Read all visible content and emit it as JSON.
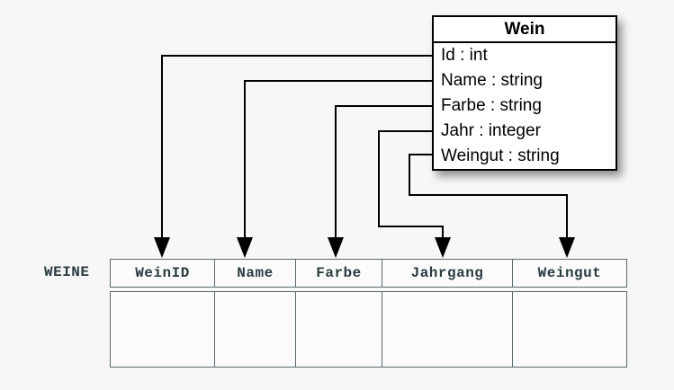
{
  "diagram": {
    "background_color": "#f7f7f7",
    "line_color": "#000000",
    "table_border_color": "#5a6a70",
    "table_text_color": "#2b3b41"
  },
  "uml_class": {
    "title": "Wein",
    "attributes": [
      {
        "label": "Id : int",
        "name": "Id",
        "type": "int"
      },
      {
        "label": "Name : string",
        "name": "Name",
        "type": "string"
      },
      {
        "label": "Farbe : string",
        "name": "Farbe",
        "type": "string"
      },
      {
        "label": "Jahr : integer",
        "name": "Jahr",
        "type": "integer"
      },
      {
        "label": "Weingut : string",
        "name": "Weingut",
        "type": "string"
      }
    ]
  },
  "relational_table": {
    "name": "WEINE",
    "columns": [
      "WeinID",
      "Name",
      "Farbe",
      "Jahrgang",
      "Weingut"
    ],
    "rows": [
      [
        "",
        "",
        "",
        "",
        ""
      ]
    ]
  },
  "mappings": [
    {
      "from": "Id",
      "to": "WeinID"
    },
    {
      "from": "Name",
      "to": "Name"
    },
    {
      "from": "Farbe",
      "to": "Farbe"
    },
    {
      "from": "Jahr",
      "to": "Jahrgang"
    },
    {
      "from": "Weingut",
      "to": "Weingut"
    }
  ]
}
